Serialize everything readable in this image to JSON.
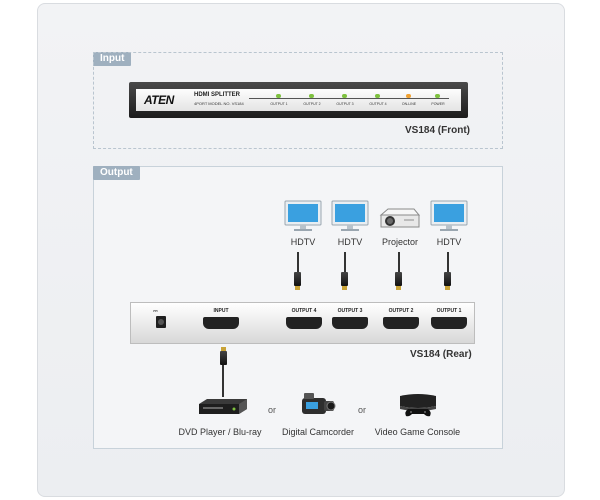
{
  "sections": {
    "input_tag": "Input",
    "output_tag": "Output"
  },
  "front_panel": {
    "brand": "ATEN",
    "model_line1": "HDMI SPLITTER",
    "model_line2": "4PORT MODEL NO. VS184",
    "leds": [
      "OUTPUT 1",
      "OUTPUT 2",
      "OUTPUT 3",
      "OUTPUT 4",
      "ON-LINE",
      "POWER"
    ],
    "caption": "VS184 (Front)"
  },
  "displays": [
    "HDTV",
    "HDTV",
    "Projector",
    "HDTV"
  ],
  "rear_panel": {
    "input_label": "INPUT",
    "outputs": [
      "OUTPUT 4",
      "OUTPUT 3",
      "OUTPUT 2",
      "OUTPUT 1"
    ],
    "caption": "VS184 (Rear)"
  },
  "sources": {
    "dvd": "DVD Player / Blu-ray",
    "camcorder": "Digital Camcorder",
    "console": "Video Game Console",
    "or_1": "or",
    "or_2": "or"
  },
  "colors": {
    "tag_bg": "#9fb0bf",
    "led_green": "#7ec13f",
    "led_orange": "#f0a030",
    "screen_blue": "#3aa0e0"
  }
}
